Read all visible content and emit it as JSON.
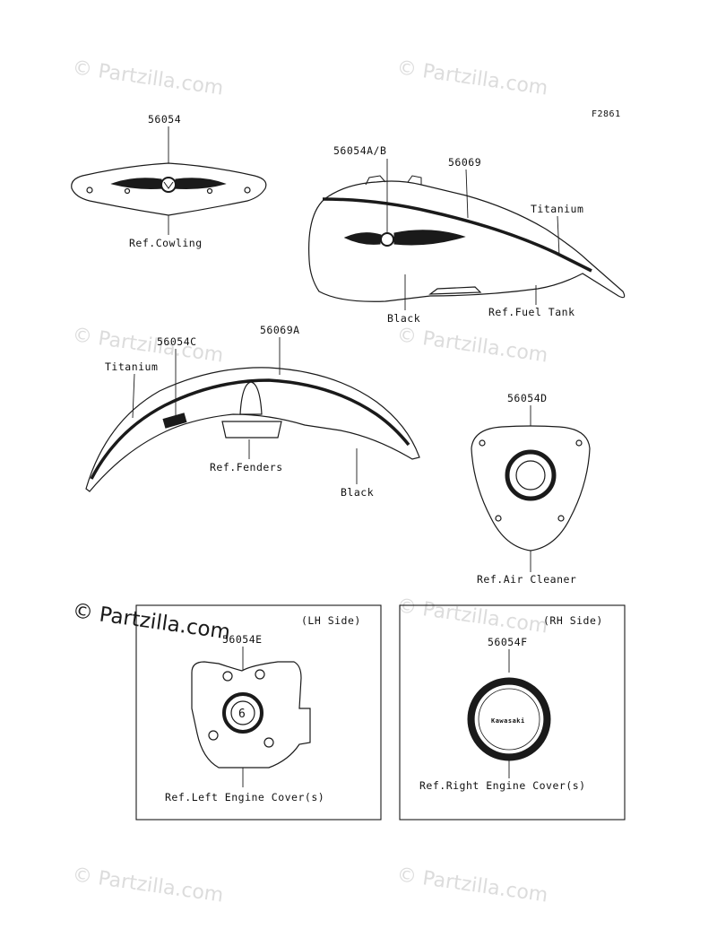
{
  "watermarks": [
    {
      "text": "© Partzilla.com"
    }
  ],
  "diagram_code": "F2861",
  "parts": {
    "cowling_decal": "56054",
    "tank_emblem": "56054A/B",
    "tank_stripe": "56069",
    "fender_emblem": "56054C",
    "fender_stripe": "56069A",
    "air_cleaner_emblem": "56054D",
    "lh_cover_emblem": "56054E",
    "rh_cover_emblem": "56054F"
  },
  "refs": {
    "cowling": "Ref.Cowling",
    "fuel_tank": "Ref.Fuel Tank",
    "fenders": "Ref.Fenders",
    "air_cleaner": "Ref.Air Cleaner",
    "left_engine_cover": "Ref.Left Engine Cover(s)",
    "right_engine_cover": "Ref.Right Engine Cover(s)"
  },
  "colors": {
    "titanium_tank": "Titanium",
    "black_tank": "Black",
    "titanium_fender": "Titanium",
    "black_fender": "Black"
  },
  "sides": {
    "lh": "(LH Side)",
    "rh": "(RH Side)"
  },
  "emblem_text": {
    "six_speed": "6",
    "brand": "Kawasaki"
  }
}
